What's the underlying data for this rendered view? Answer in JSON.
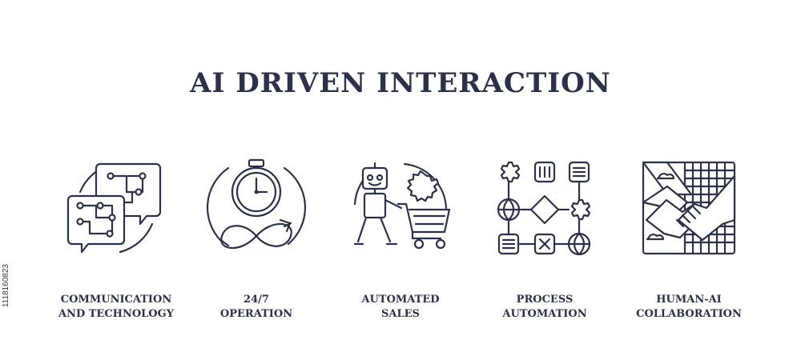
{
  "title": "AI DRIVEN INTERACTION",
  "items": [
    {
      "line1": "COMMUNICATION",
      "line2": "AND TECHNOLOGY",
      "icon": "chat-circuit-icon"
    },
    {
      "line1": "24/7",
      "line2": "OPERATION",
      "icon": "clock-infinity-icon"
    },
    {
      "line1": "AUTOMATED",
      "line2": "SALES",
      "icon": "robot-cart-icon"
    },
    {
      "line1": "PROCESS",
      "line2": "AUTOMATION",
      "icon": "process-flow-icon"
    },
    {
      "line1": "HUMAN-AI",
      "line2": "COLLABORATION",
      "icon": "handshake-icon"
    }
  ],
  "stock_id": "1118160823",
  "colors": {
    "ink": "#2b3148",
    "background": "#ffffff"
  }
}
